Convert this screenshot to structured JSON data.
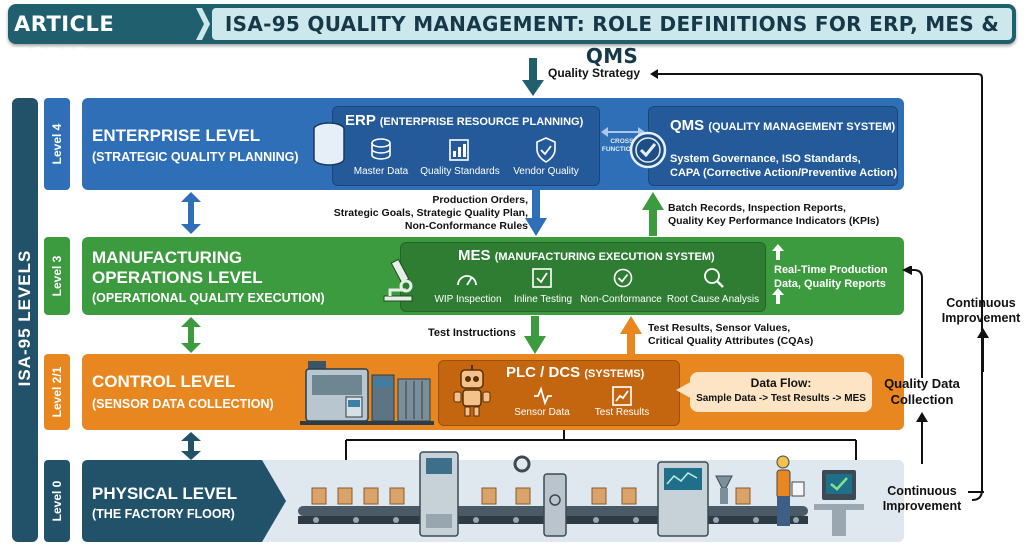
{
  "title": {
    "prefix": "ARTICLE TOPIC:",
    "main": "ISA-95 QUALITY MANAGEMENT: ROLE DEFINITIONS FOR ERP, MES & QMS"
  },
  "sidebar": {
    "label": "ISA-95 LEVELS"
  },
  "levels": {
    "l4": "Level 4",
    "l3": "Level 3",
    "l21": "Level 2/1",
    "l0": "Level 0"
  },
  "enterprise": {
    "title": "ENTERPRISE LEVEL",
    "subtitle": "(STRATEGIC QUALITY PLANNING)"
  },
  "erp": {
    "title": "ERP",
    "full": "(ENTERPRISE RESOURCE PLANNING)",
    "items": [
      "Master Data",
      "Quality Standards",
      "Vendor Quality"
    ]
  },
  "cross": {
    "line1": "CROSS-",
    "line2": "FUNCTIONAL"
  },
  "qms": {
    "title": "QMS",
    "full": "(QUALITY MANAGEMENT SYSTEM)",
    "desc1": "System Governance, ISO Standards,",
    "desc2": "CAPA (Corrective Action/Preventive Action)"
  },
  "strategy": {
    "label": "Quality Strategy"
  },
  "down_note": {
    "l1": "Production Orders,",
    "l2": "Strategic Goals, Strategic Quality Plan,",
    "l3": "Non-Conformance Rules"
  },
  "up_note": {
    "l1": "Batch Records, Inspection Reports,",
    "l2": "Quality Key Performance Indicators (KPIs)"
  },
  "mfg": {
    "title1": "MANUFACTURING",
    "title2": "OPERATIONS LEVEL",
    "subtitle": "(OPERATIONAL QUALITY EXECUTION)"
  },
  "mes": {
    "title": "MES",
    "full": "(MANUFACTURING EXECUTION SYSTEM)",
    "items": [
      "WIP Inspection",
      "Inline Testing",
      "Non-Conformance",
      "Root Cause Analysis"
    ]
  },
  "realtime": {
    "l1": "Real-Time Production",
    "l2": "Data, Quality Reports"
  },
  "test_instr": {
    "label": "Test Instructions"
  },
  "test_results": {
    "l1": "Test Results, Sensor Values,",
    "l2": "Critical Quality Attributes (CQAs)"
  },
  "control": {
    "title": "CONTROL LEVEL",
    "subtitle": "(SENSOR DATA COLLECTION)"
  },
  "plc": {
    "title": "PLC / DCS",
    "full": "(SYSTEMS)",
    "items": [
      "Sensor Data",
      "Test Results"
    ]
  },
  "dataflow": {
    "title": "Data Flow:",
    "desc": "Sample Data -> Test Results -> MES"
  },
  "qdc": {
    "l1": "Quality Data",
    "l2": "Collection"
  },
  "ci_right": {
    "l1": "Continuous",
    "l2": "Improvement"
  },
  "ci_bottom": {
    "l1": "Continuous",
    "l2": "Improvement"
  },
  "physical": {
    "title": "PHYSICAL LEVEL",
    "subtitle": "(THE FACTORY FLOOR)"
  },
  "colors": {
    "blue": "#2f6fb7",
    "green": "#3c9a3f",
    "orange": "#e8861f",
    "navy": "#22526a",
    "floor": "#dfe8ef"
  }
}
